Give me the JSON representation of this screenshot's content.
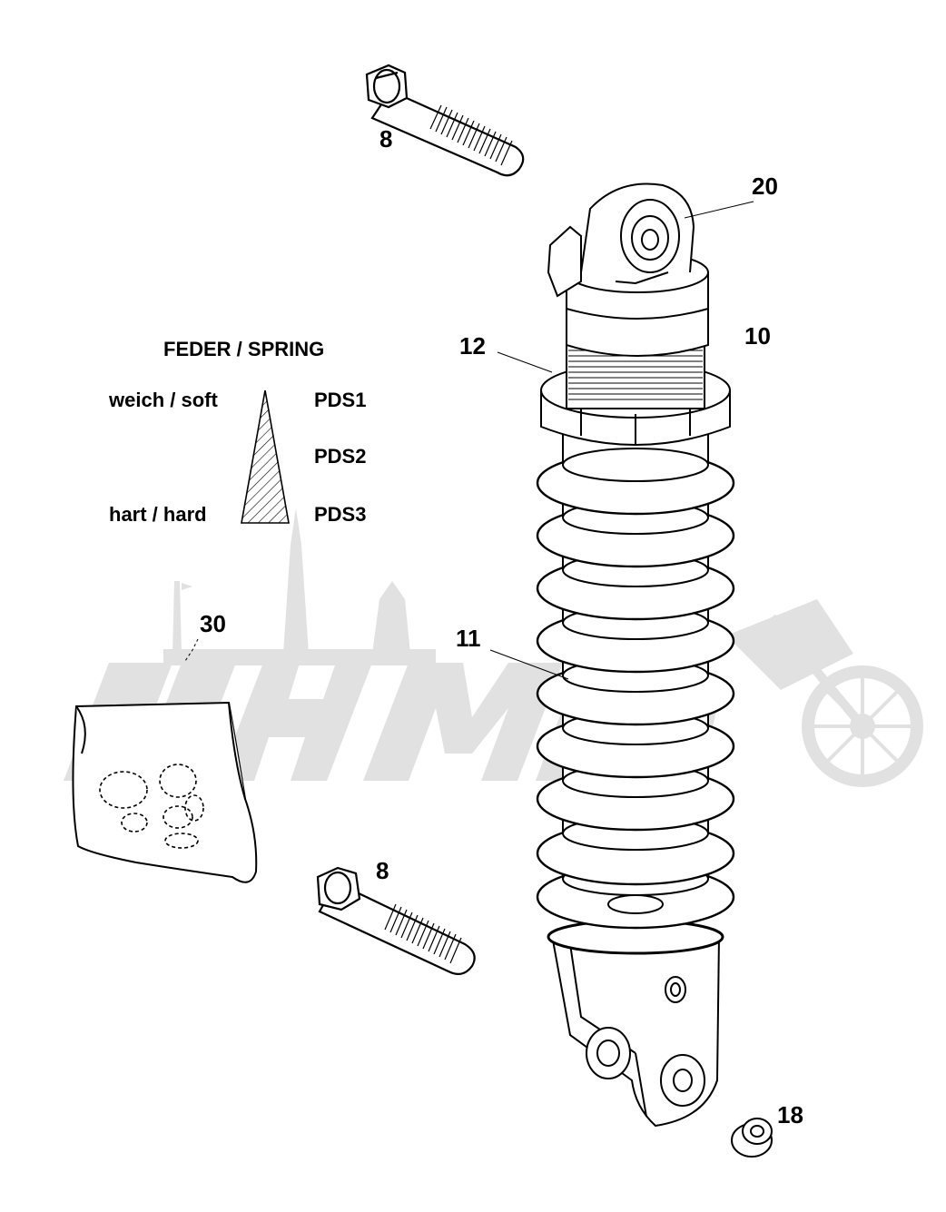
{
  "part_labels": {
    "bolt_top": "8",
    "bolt_bottom": "8",
    "bushing_top": "20",
    "shock_assembly": "10",
    "adjuster_ring": "12",
    "spring": "11",
    "bag": "30",
    "bushing_bottom": "18"
  },
  "legend": {
    "title": "FEDER / SPRING",
    "soft": "weich / soft",
    "hard": "hart / hard",
    "grades": [
      "PDS1",
      "PDS2",
      "PDS3"
    ]
  },
  "colors": {
    "line": "#000000",
    "watermark": "#d9d9d9",
    "background": "#ffffff"
  }
}
